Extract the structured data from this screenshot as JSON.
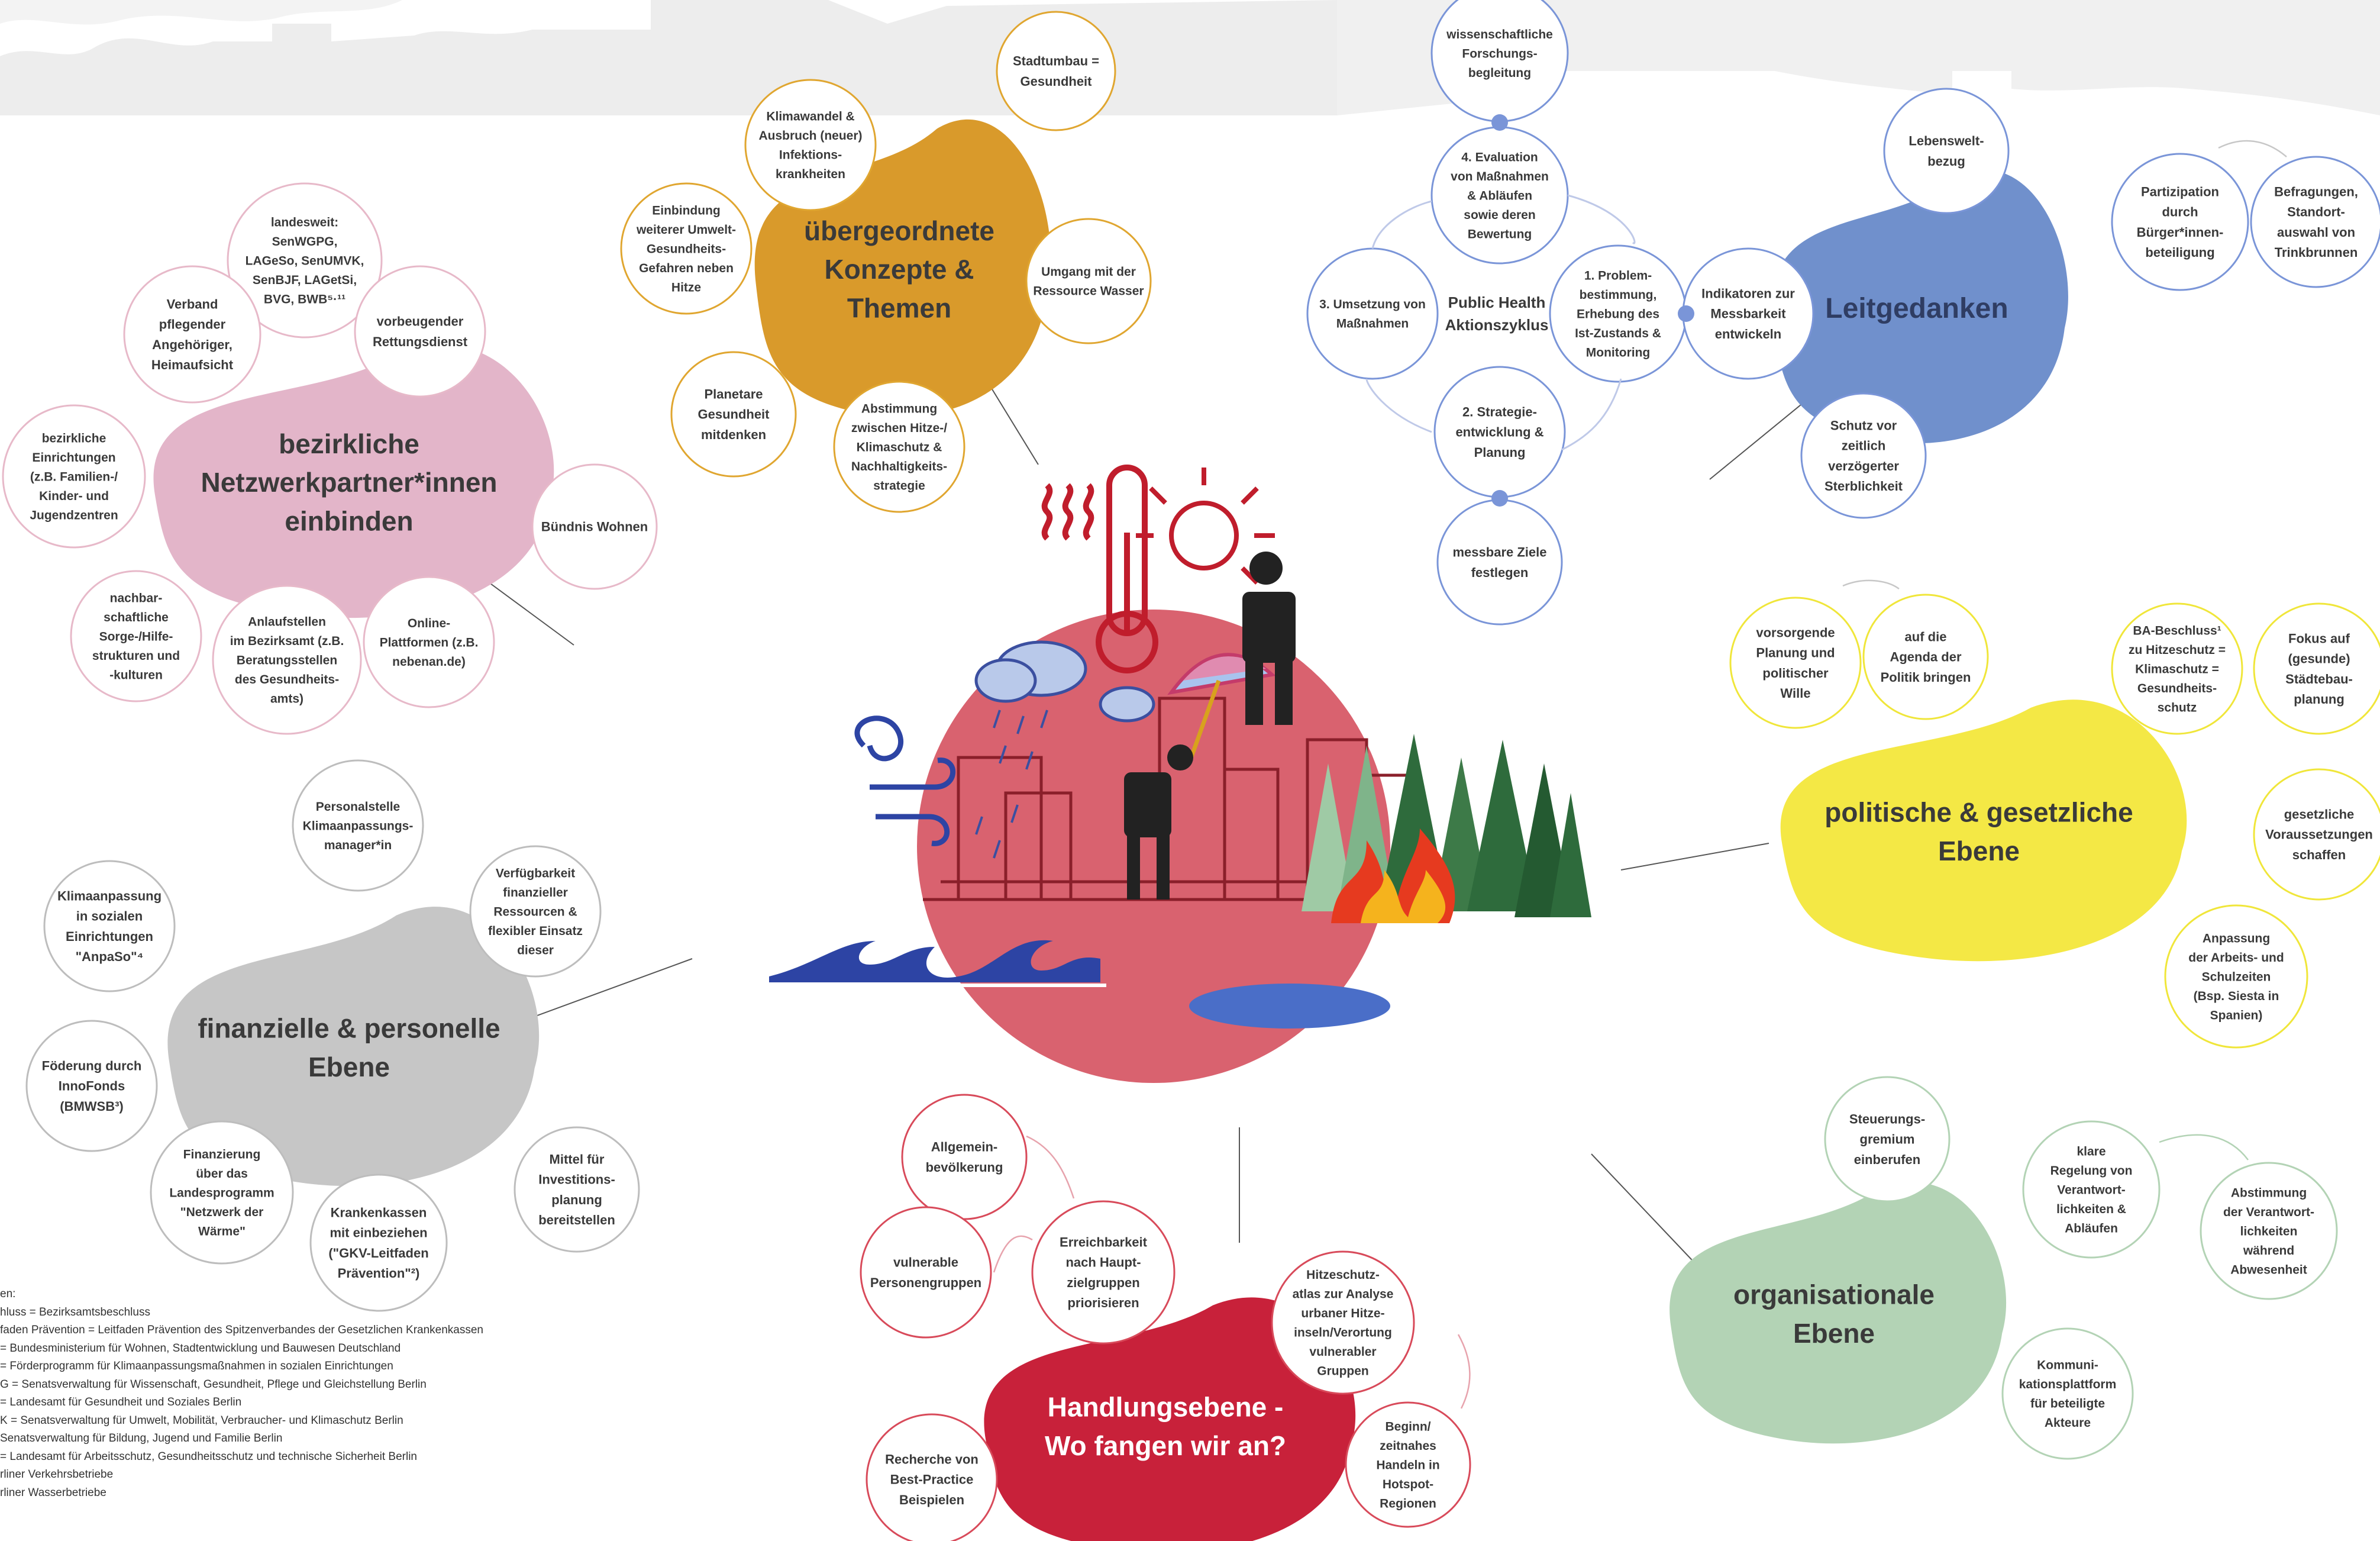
{
  "hubs": [
    {
      "id": "konzepte",
      "lines": [
        "übergeordnete",
        "Konzepte &",
        "Themen"
      ],
      "color": "#d99a2b",
      "text_color": "#3a3a3a"
    },
    {
      "id": "netzwerk",
      "lines": [
        "bezirkliche",
        "Netzwerkpartner*innen",
        "einbinden"
      ],
      "color": "#e3b5c9",
      "text_color": "#3a3a3a"
    },
    {
      "id": "leitgedanken",
      "lines": [
        "Leitgedanken"
      ],
      "color": "#7090cc",
      "text_color": "#2f3d63"
    },
    {
      "id": "politisch",
      "lines": [
        "politische & gesetzliche",
        "Ebene"
      ],
      "color": "#f4e845",
      "text_color": "#3a3a3a"
    },
    {
      "id": "finanziell",
      "lines": [
        "finanzielle & personelle",
        "Ebene"
      ],
      "color": "#c6c6c6",
      "text_color": "#3a3a3a"
    },
    {
      "id": "organisational",
      "lines": [
        "organisationale",
        "Ebene"
      ],
      "color": "#b3d3b5",
      "text_color": "#3a3a3a"
    },
    {
      "id": "handlung",
      "lines": [
        "Handlungsebene -",
        "Wo fangen wir an?"
      ],
      "color": "#c8213a",
      "text_color": "#ffffff"
    }
  ],
  "nodes": {
    "konzepte": [
      [
        "Stadtumbau =",
        "Gesundheit"
      ],
      [
        "Klimawandel &",
        "Ausbruch (neuer)",
        "Infektions-",
        "krankheiten"
      ],
      [
        "Einbindung",
        "weiterer Umwelt-",
        "Gesundheits-",
        "Gefahren neben",
        "Hitze"
      ],
      [
        "Umgang mit der",
        "Ressource Wasser"
      ],
      [
        "Planetare",
        "Gesundheit",
        "mitdenken"
      ],
      [
        "Abstimmung",
        "zwischen Hitze-/",
        "Klimaschutz &",
        "Nachhaltigkeits-",
        "strategie"
      ]
    ],
    "netzwerk": [
      [
        "landesweit:",
        "SenWGPG,",
        "LAGeSo, SenUMVK,",
        "SenBJF, LAGetSi,",
        "BVG, BWB⁵·¹¹"
      ],
      [
        "Verband",
        "pflegender",
        "Angehöriger,",
        "Heimaufsicht"
      ],
      [
        "vorbeugender",
        "Rettungsdienst"
      ],
      [
        "bezirkliche",
        "Einrichtungen",
        "(z.B. Familien-/",
        "Kinder- und",
        "Jugendzentren"
      ],
      [
        "Bündnis Wohnen"
      ],
      [
        "nachbar-",
        "schaftliche",
        "Sorge-/Hilfe-",
        "strukturen und",
        "-kulturen"
      ],
      [
        "Anlaufstellen",
        "im Bezirksamt (z.B.",
        "Beratungsstellen",
        "des Gesundheits-",
        "amts)"
      ],
      [
        "Online-",
        "Plattformen (z.B.",
        "nebenan.de)"
      ]
    ],
    "zyklus": [
      [
        "wissenschaftliche",
        "Forschungs-",
        "begleitung"
      ],
      [
        "4. Evaluation",
        "von Maßnahmen",
        "& Abläufen",
        "sowie deren",
        "Bewertung"
      ],
      [
        "3. Umsetzung von",
        "Maßnahmen"
      ],
      [
        "1. Problem-",
        "bestimmung,",
        "Erhebung des",
        "Ist-Zustands &",
        "Monitoring"
      ],
      [
        "Indikatoren zur",
        "Messbarkeit",
        "entwickeln"
      ],
      [
        "2. Strategie-",
        "entwicklung &",
        "Planung"
      ],
      [
        "messbare Ziele",
        "festlegen"
      ]
    ],
    "zyklus_label": [
      "Public Health",
      "Aktionszyklus"
    ],
    "leitgedanken": [
      [
        "Lebenswelt-",
        "bezug"
      ],
      [
        "Partizipation",
        "durch",
        "Bürger*innen-",
        "beteiligung"
      ],
      [
        "Befragungen,",
        "Standort-",
        "auswahl von",
        "Trinkbrunnen"
      ],
      [
        "Schutz vor",
        "zeitlich",
        "verzögerter",
        "Sterblichkeit"
      ]
    ],
    "politisch": [
      [
        "vorsorgende",
        "Planung und",
        "politischer",
        "Wille"
      ],
      [
        "auf die",
        "Agenda der",
        "Politik bringen"
      ],
      [
        "BA-Beschluss¹",
        "zu Hitzeschutz =",
        "Klimaschutz =",
        "Gesundheits-",
        "schutz"
      ],
      [
        "Fokus auf",
        "(gesunde)",
        "Städtebau-",
        "planung"
      ],
      [
        "gesetzliche",
        "Voraussetzungen",
        "schaffen"
      ],
      [
        "Anpassung",
        "der Arbeits- und",
        "Schulzeiten",
        "(Bsp. Siesta in",
        "Spanien)"
      ]
    ],
    "finanziell": [
      [
        "Personalstelle",
        "Klimaanpassungs-",
        "manager*in"
      ],
      [
        "Klimaanpassung",
        "in sozialen",
        "Einrichtungen",
        "\"AnpaSo\"⁴"
      ],
      [
        "Verfügbarkeit",
        "finanzieller",
        "Ressourcen &",
        "flexibler Einsatz",
        "dieser"
      ],
      [
        "Föderung durch",
        "InnoFonds",
        "(BMWSB³)"
      ],
      [
        "Finanzierung",
        "über das",
        "Landesprogramm",
        "\"Netzwerk der",
        "Wärme\""
      ],
      [
        "Mittel für",
        "Investitions-",
        "planung",
        "bereitstellen"
      ],
      [
        "Krankenkassen",
        "mit einbeziehen",
        "(\"GKV-Leitfaden",
        "Prävention\"²)"
      ]
    ],
    "organisational": [
      [
        "Steuerungs-",
        "gremium",
        "einberufen"
      ],
      [
        "klare",
        "Regelung von",
        "Verantwort-",
        "lichkeiten &",
        "Abläufen"
      ],
      [
        "Abstimmung",
        "der Verantwort-",
        "lichkeiten",
        "während",
        "Abwesenheit"
      ],
      [
        "Kommuni-",
        "kationsplattform",
        "für beteiligte",
        "Akteure"
      ]
    ],
    "handlung": [
      [
        "Allgemein-",
        "bevölkerung"
      ],
      [
        "vulnerable",
        "Personengruppen"
      ],
      [
        "Erreichbarkeit",
        "nach Haupt-",
        "zielgruppen",
        "priorisieren"
      ],
      [
        "Hitzeschutz-",
        "atlas zur Analyse",
        "urbaner Hitze-",
        "inseln/Verortung",
        "vulnerabler",
        "Gruppen"
      ],
      [
        "Beginn/",
        "zeitnahes",
        "Handeln in",
        "Hotspot-",
        "Regionen"
      ],
      [
        "Recherche von",
        "Best-Practice",
        "Beispielen"
      ]
    ]
  },
  "legend": [
    "en:",
    "hluss = Bezirksamtsbeschluss",
    "faden Prävention = Leitfaden Prävention des Spitzenverbandes der Gesetzlichen Krankenkassen",
    "= Bundesministerium für Wohnen, Stadtentwicklung und Bauwesen Deutschland",
    "= Förderprogramm für Klimaanpassungsmaßnahmen in sozialen Einrichtungen",
    "G = Senatsverwaltung für Wissenschaft, Gesundheit, Pflege und Gleichstellung Berlin",
    "= Landesamt für Gesundheit und Soziales Berlin",
    "K = Senatsverwaltung für Umwelt, Mobilität, Verbraucher- und Klimaschutz Berlin",
    "Senatsverwaltung für Bildung, Jugend und Familie Berlin",
    "= Landesamt für Arbeitsschutz, Gesundheitsschutz und technische Sicherheit Berlin",
    "rliner Verkehrsbetriebe",
    "rliner Wasserbetriebe"
  ],
  "colors": {
    "center_circle": "#d9626f",
    "skyline": "#ececec",
    "cycle_accent": "#7a95d8",
    "wave": "#2d44a4",
    "fire": "#e63a1f",
    "tree": "#2e6b3c",
    "connector": "#555555"
  }
}
